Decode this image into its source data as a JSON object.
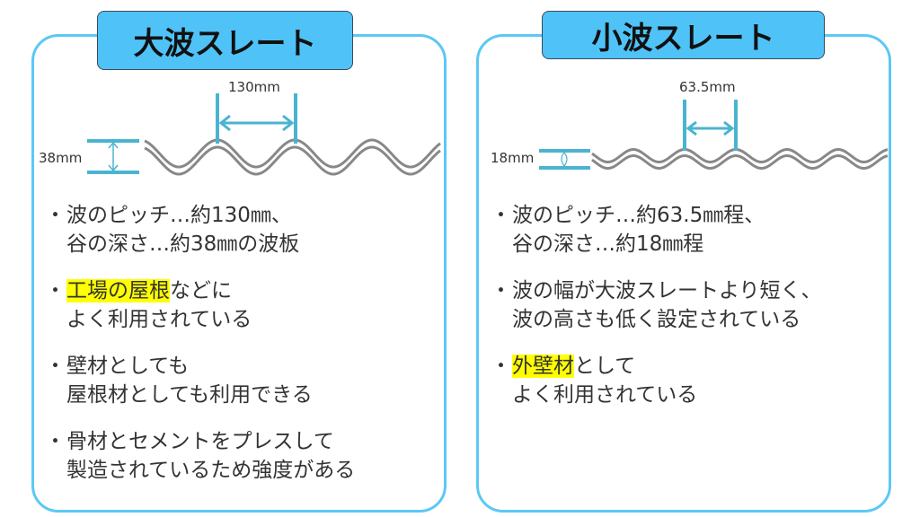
{
  "left": {
    "title": "大波スレート",
    "pitch_label": "130mm",
    "depth_label": "38mm",
    "bullets": [
      {
        "lines": [
          "波のピッチ…約130㎜、",
          "谷の深さ…約38㎜の波板"
        ]
      },
      {
        "highlight": "工場の屋根",
        "rest": "などに",
        "line2": "よく利用されている"
      },
      {
        "lines": [
          "壁材としても",
          "屋根材としても利用できる"
        ]
      },
      {
        "lines": [
          "骨材とセメントをプレスして",
          "製造されているため強度がある"
        ]
      }
    ]
  },
  "right": {
    "title": "小波スレート",
    "pitch_label": "63.5mm",
    "depth_label": "18mm",
    "bullets": [
      {
        "lines": [
          "波のピッチ…約63.5㎜程、",
          "谷の深さ…約18㎜程"
        ]
      },
      {
        "lines": [
          "波の幅が大波スレートより短く、",
          "波の高さも低く設定されている"
        ]
      },
      {
        "highlight": "外壁材",
        "rest": "として",
        "line2": "よく利用されている"
      }
    ]
  },
  "bullet_char": "・",
  "colors": {
    "frame": "#5bc8f5",
    "title_fill": "#4fc3f7",
    "dimension": "#4ab4d0",
    "highlight": "#ffff00",
    "wave": "#888888"
  }
}
